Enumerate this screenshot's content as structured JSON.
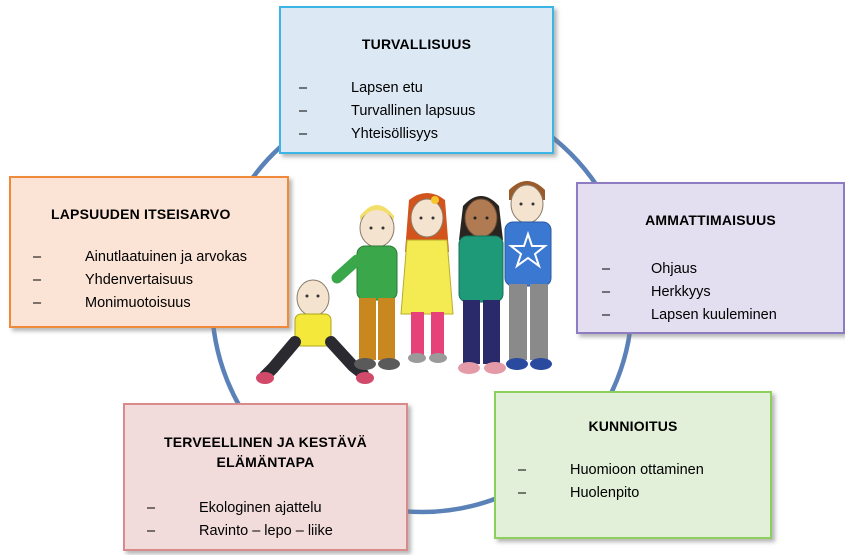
{
  "colors": {
    "ring": "#5b82b8",
    "turvallisuus_fill": "#dce9f5",
    "turvallisuus_border": "#3bb4e6",
    "itseisarvo_fill": "#fbe4d5",
    "itseisarvo_border": "#ef8a3a",
    "ammatti_fill": "#e4dff0",
    "ammatti_border": "#8e7cc3",
    "terveellinen_fill": "#f2dcdb",
    "terveellinen_border": "#d98a8a",
    "kunnioitus_fill": "#e2efd9",
    "kunnioitus_border": "#8ccf5a"
  },
  "boxes": {
    "turvallisuus": {
      "title": "TURVALLISUUS",
      "items": [
        "Lapsen etu",
        "Turvallinen lapsuus",
        "Yhteisöllisyys"
      ]
    },
    "itseisarvo": {
      "title": "LAPSUUDEN ITSEISARVO",
      "items": [
        "Ainutlaatuinen ja arvokas",
        "Yhdenvertaisuus",
        "Monimuotoisuus"
      ]
    },
    "ammatti": {
      "title": "AMMATTIMAISUUS",
      "items": [
        "Ohjaus",
        "Herkkyys",
        "Lapsen kuuleminen"
      ]
    },
    "terveellinen": {
      "title_line1": "TERVEELLINEN JA KESTÄVÄ",
      "title_line2": "ELÄMÄNTAPA",
      "items": [
        "Ekologinen ajattelu",
        "Ravinto – lepo – liike"
      ]
    },
    "kunnioitus": {
      "title": "KUNNIOITUS",
      "items": [
        "Huomioon ottaminen",
        "Huolenpito"
      ]
    }
  },
  "dash": "–",
  "illustration": {
    "subject": "children-drawing",
    "count": 5
  }
}
